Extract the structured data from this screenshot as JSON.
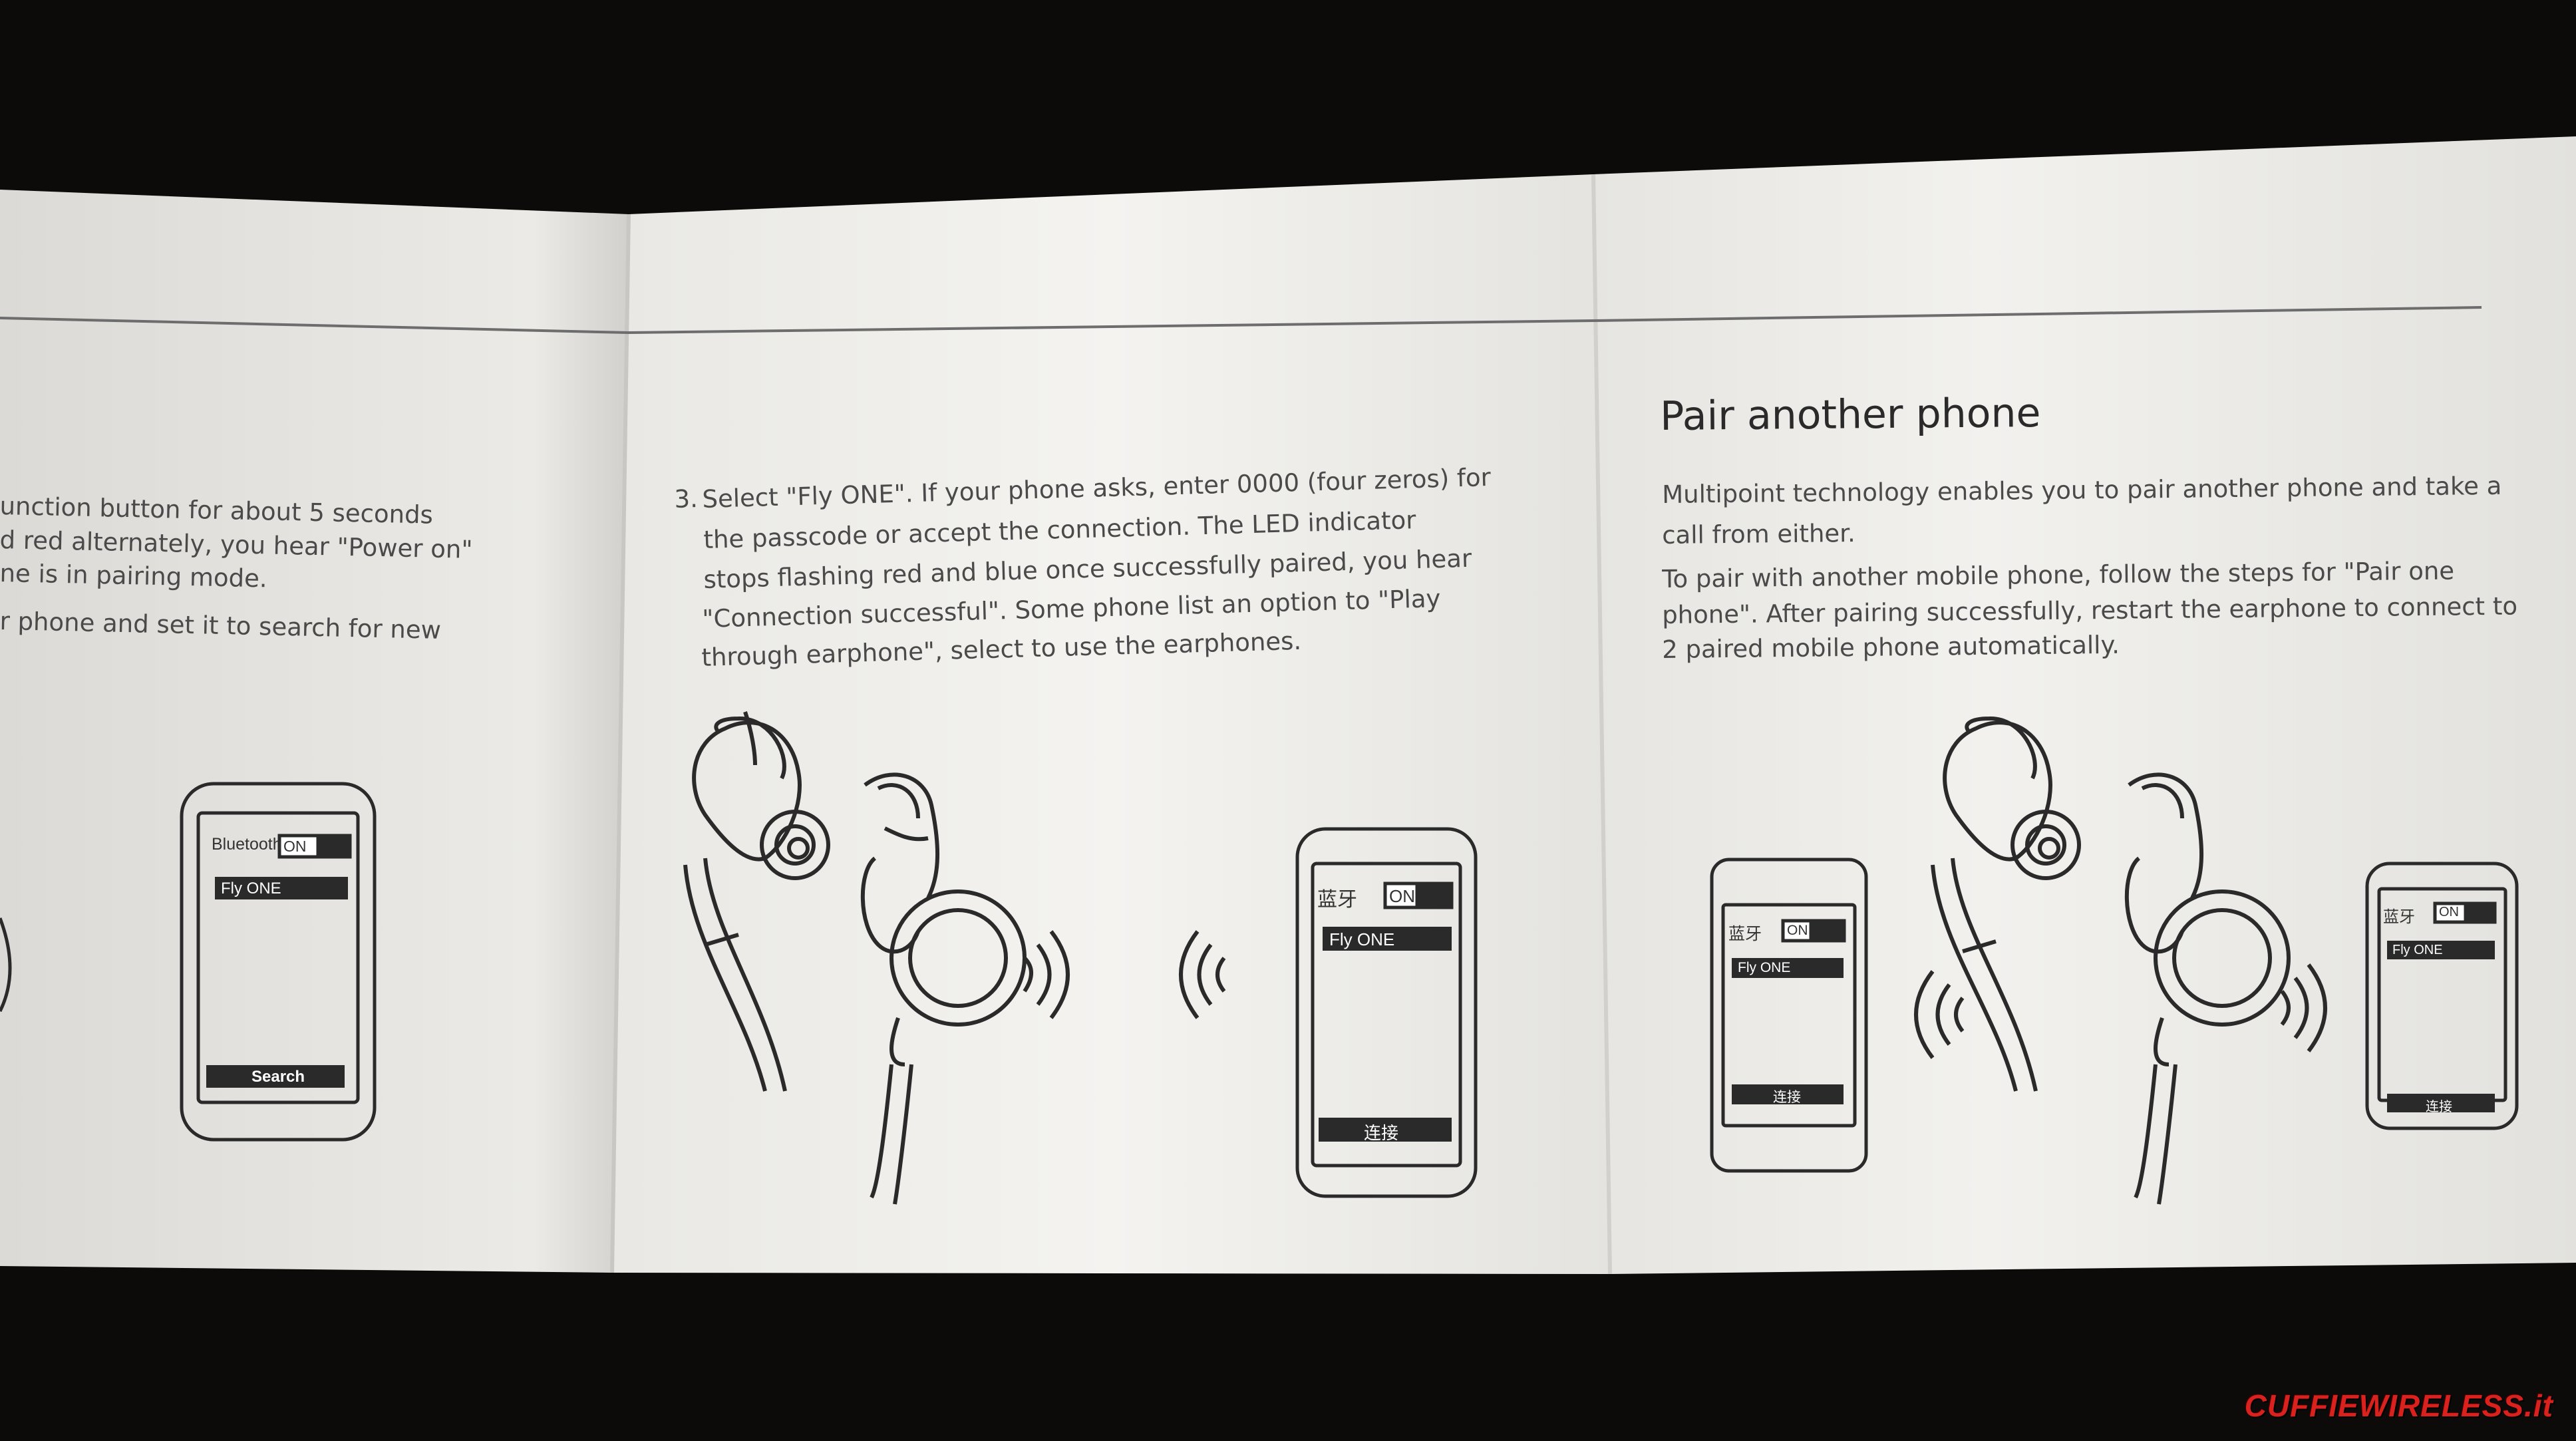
{
  "manual": {
    "left_panel": {
      "lines": [
        "unction button for about 5 seconds",
        "d red alternately, you hear \"Power on\"",
        "ne is in pairing mode.",
        "r phone and set it to search for new"
      ],
      "phone": {
        "bluetooth_label": "Bluetooth",
        "toggle_label": "ON",
        "device_item": "Fly ONE",
        "action_button": "Search"
      }
    },
    "middle_panel": {
      "step_number": "3.",
      "lines": [
        "Select \"Fly ONE\". If your phone asks, enter 0000 (four zeros) for",
        "the passcode or accept the connection. The LED indicator",
        "stops flashing red and blue once successfully paired, you hear",
        "\"Connection successful\". Some phone list an option to \"Play",
        "through earphone\", select to use the earphones."
      ],
      "phone": {
        "bluetooth_label": "蓝牙",
        "toggle_label": "ON",
        "device_item": "Fly ONE",
        "action_button": "连接"
      }
    },
    "right_panel": {
      "heading": "Pair another phone",
      "paragraph1_lines": [
        "Multipoint technology enables you to pair another phone and take a",
        "call from either."
      ],
      "paragraph2_lines": [
        "To pair with another mobile phone, follow the steps for \"Pair one",
        "phone\". After pairing successfully, restart the earphone to connect to",
        "2 paired mobile phone automatically."
      ],
      "phone_left": {
        "bluetooth_label": "蓝牙",
        "toggle_label": "ON",
        "device_item": "Fly ONE",
        "action_button": "连接"
      },
      "phone_right": {
        "bluetooth_label": "蓝牙",
        "toggle_label": "ON",
        "device_item": "Fly ONE",
        "action_button": "连接"
      }
    }
  },
  "watermark": "CUFFIEWIRELESS.it",
  "colors": {
    "paper": "#f1f0ed",
    "paper_shadow": "#dcdbd7",
    "ink": "#2a2a2a",
    "background": "#0c0b0a",
    "watermark": "#d9221e"
  }
}
